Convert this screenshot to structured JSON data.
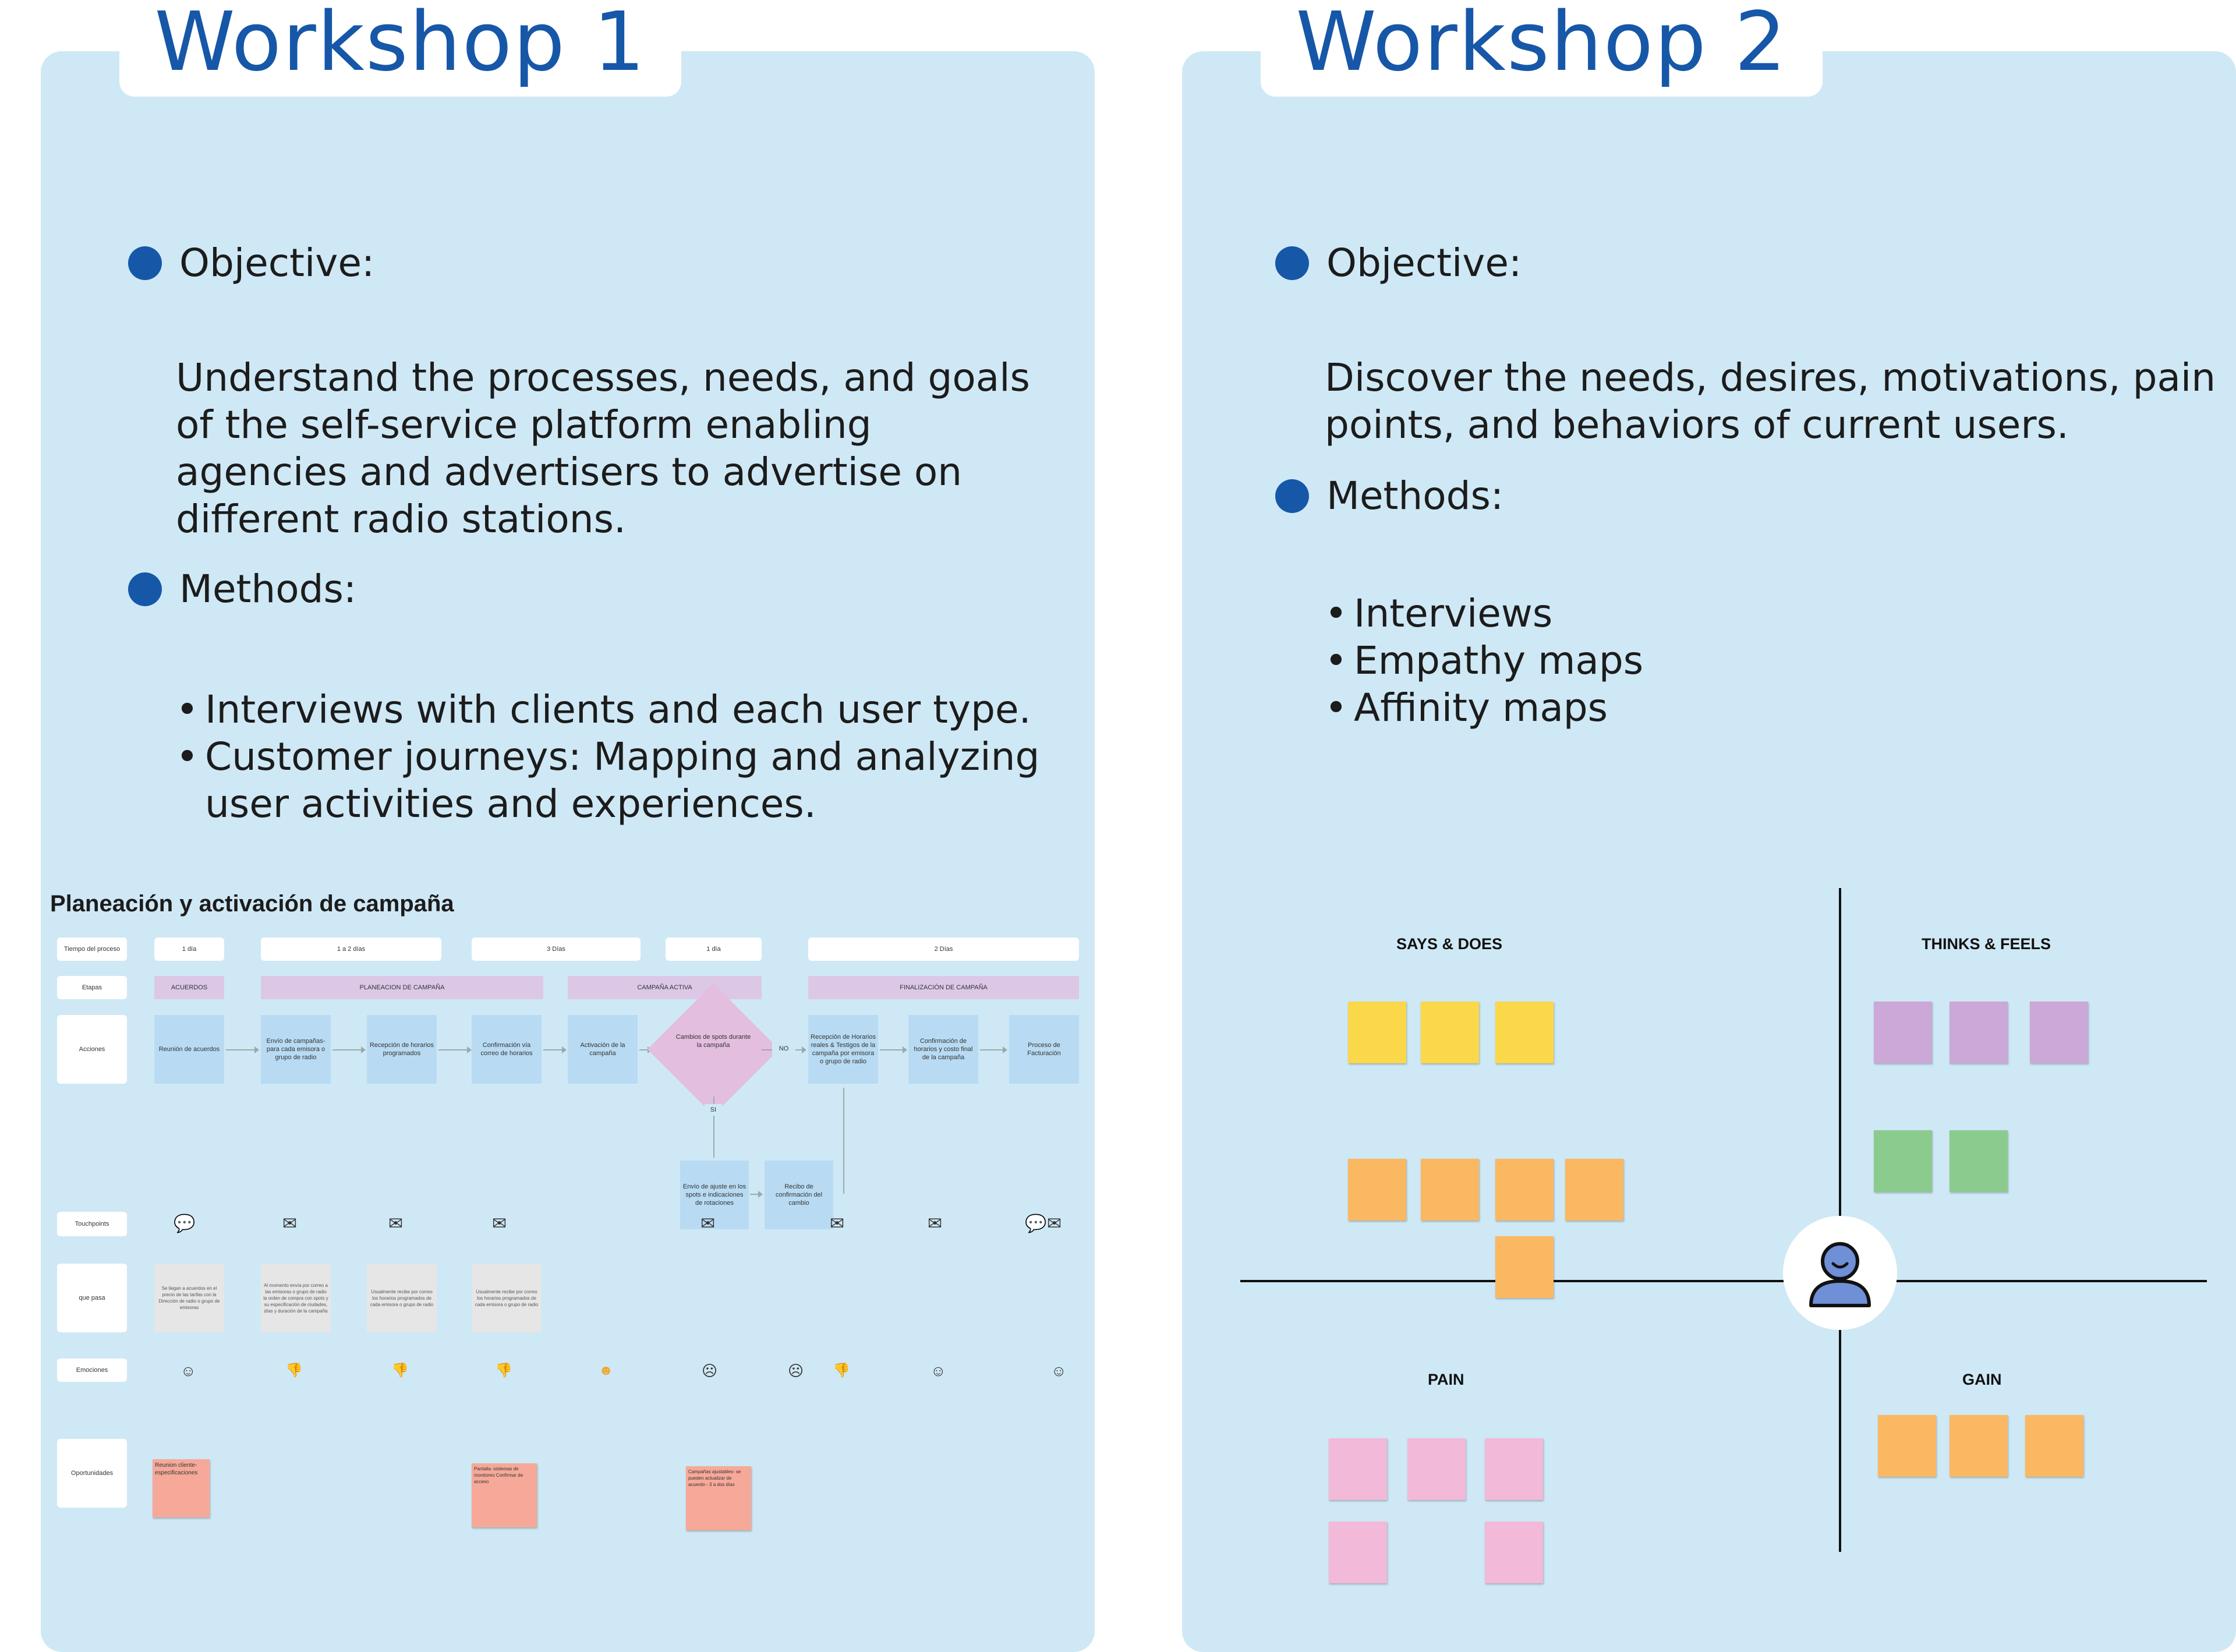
{
  "workshop1": {
    "title": "Workshop 1",
    "objective_label": "Objective:",
    "objective_lines": [
      "Understand the processes, needs, and goals",
      "of the self-service platform enabling",
      "agencies and advertisers to advertise on",
      "different radio stations."
    ],
    "methods_label": "Methods:",
    "methods": [
      "Interviews with clients and each user type.",
      "Customer journeys: Mapping and analyzing",
      "user activities and experiences."
    ],
    "journey": {
      "title": "Planeación y activación de campaña",
      "row_labels": [
        "Tiempo del proceso",
        "Etapas",
        "Acciones",
        "Touchpoints",
        "que pasa",
        "Emociones",
        "Oportunidades"
      ],
      "times": [
        "1 día",
        "1 a 2 días",
        "3 Días",
        "1 día",
        "2 Días"
      ],
      "stages": [
        "ACUERDOS",
        "PLANEACION DE CAMPAÑA",
        "CAMPAÑA ACTIVA",
        "FINALIZACIÓN DE CAMPAÑA"
      ],
      "actions": [
        "Reunión de acuerdos",
        "Envío de campañas- para cada emisora o grupo de radio",
        "Recepción de horarios programados",
        "Confirmación vía correo de horarios",
        "Activación de la campaña",
        "Recepción de Horarios reales & Testigos de la campaña por emisora o grupo de radio",
        "Confirmación de horarios y costo final de la campaña",
        "Proceso de Facturación"
      ],
      "decision": "Cambios de spots durante la campaña",
      "decision_no": "NO",
      "decision_yes": "SI",
      "sub_actions": [
        "Envío de ajuste en los spots e indicaciones de rotaciones",
        "Recibo de confirmación del cambio"
      ],
      "que_pasa": [
        "Se llegan a acuerdos en el precio de las tarifas con la Dirección de radio o grupo de emisoras",
        "Al momento envía por correo a las emisoras o grupo de radio la orden de compra con spots y su especificación de ciudades, días y duración de la campaña",
        "Usualmente recibe por correo los horarios programados de cada emisora o grupo de radio",
        "Usualmente recibe por correo los horarios programados de cada emisora o grupo de radio"
      ],
      "opportunities": [
        "Reunion cliente- especificaciones",
        "Pantalla -sistemas de monitoreo Confirmar de acceso",
        "Campañas ajustables- se pueden actualizar de acuerdo - 3 a dos días"
      ]
    }
  },
  "workshop2": {
    "title": "Workshop 2",
    "objective_label": "Objective:",
    "objective_lines": [
      "Discover the needs, desires, motivations, pain",
      "points, and behaviors of current users."
    ],
    "methods_label": "Methods:",
    "methods": [
      "Interviews",
      "Empathy maps",
      "Affinity maps"
    ],
    "empathy": {
      "says_does": "SAYS & DOES",
      "thinks_feels": "THINKS & FEELS",
      "pain": "PAIN",
      "gain": "GAIN"
    }
  },
  "colors": {
    "panel": "#cfe8f5",
    "accent": "#1657a8",
    "stage": "#dcc8e6",
    "action": "#b8dbf3",
    "opportunity": "#f6a999"
  },
  "icons": [
    "mail-icon",
    "chat-icon",
    "smile-icon",
    "thumbs-down-icon",
    "user-avatar-icon"
  ]
}
